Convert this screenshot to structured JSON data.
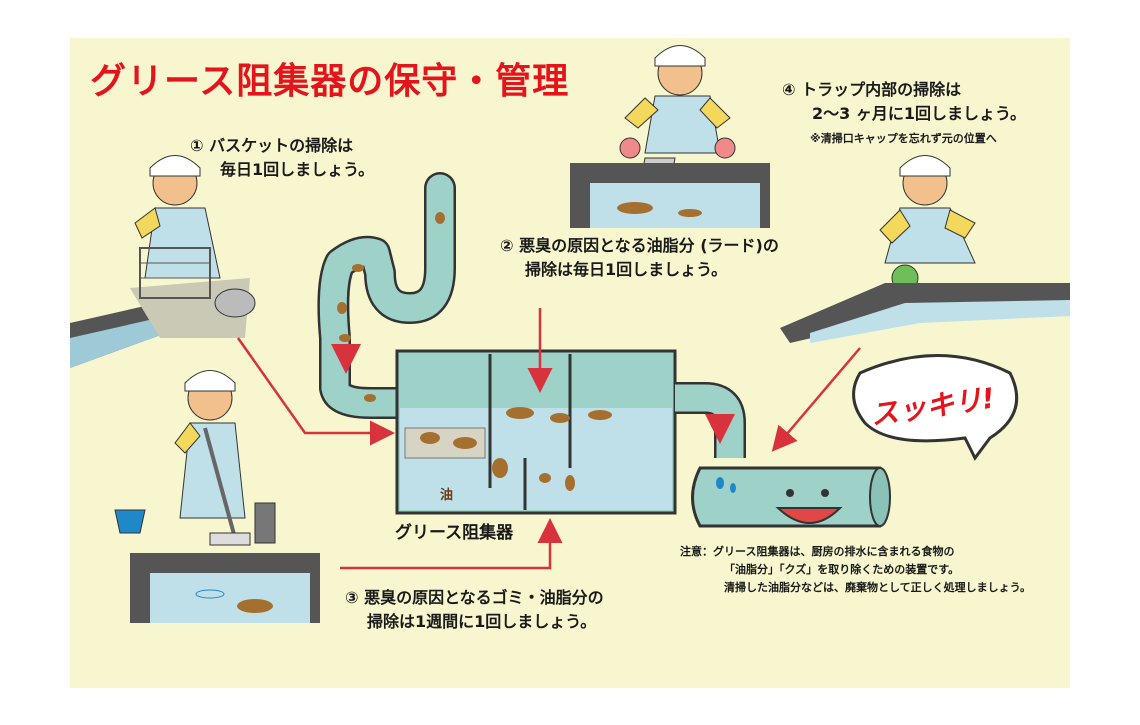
{
  "title": "グリース阻集器の保守・管理",
  "step1": {
    "line1": "① バスケットの掃除は",
    "line2": "毎日1回しましょう。"
  },
  "step2": {
    "line1": "② 悪臭の原因となる油脂分 (ラード)の",
    "line2": "掃除は毎日1回しましょう。"
  },
  "step3": {
    "line1": "③ 悪臭の原因となるゴミ・油脂分の",
    "line2": "掃除は1週間に1回しましょう。"
  },
  "step4": {
    "line1": "④ トラップ内部の掃除は",
    "line2": "2〜3 ヶ月に1回しましょう。",
    "note": "※清掃口キャップを忘れず元の位置へ"
  },
  "trap_label": "グリース阻集器",
  "oil_label": "油",
  "exclaim": "スッキリ!",
  "note": {
    "line1": "注意：グリース阻集器は、厨房の排水に含まれる食物の",
    "line2": "「油脂分」「クズ」を取り除くための装置です。",
    "line3": "清掃した油脂分などは、廃棄物として正しく処理しましょう。"
  },
  "colors": {
    "background": "#f7f6cf",
    "water": "#bfe0e8",
    "pipe": "#9ed1c7",
    "grease": "#a5702f",
    "arrow": "#d8323c",
    "title": "#e3141c"
  }
}
